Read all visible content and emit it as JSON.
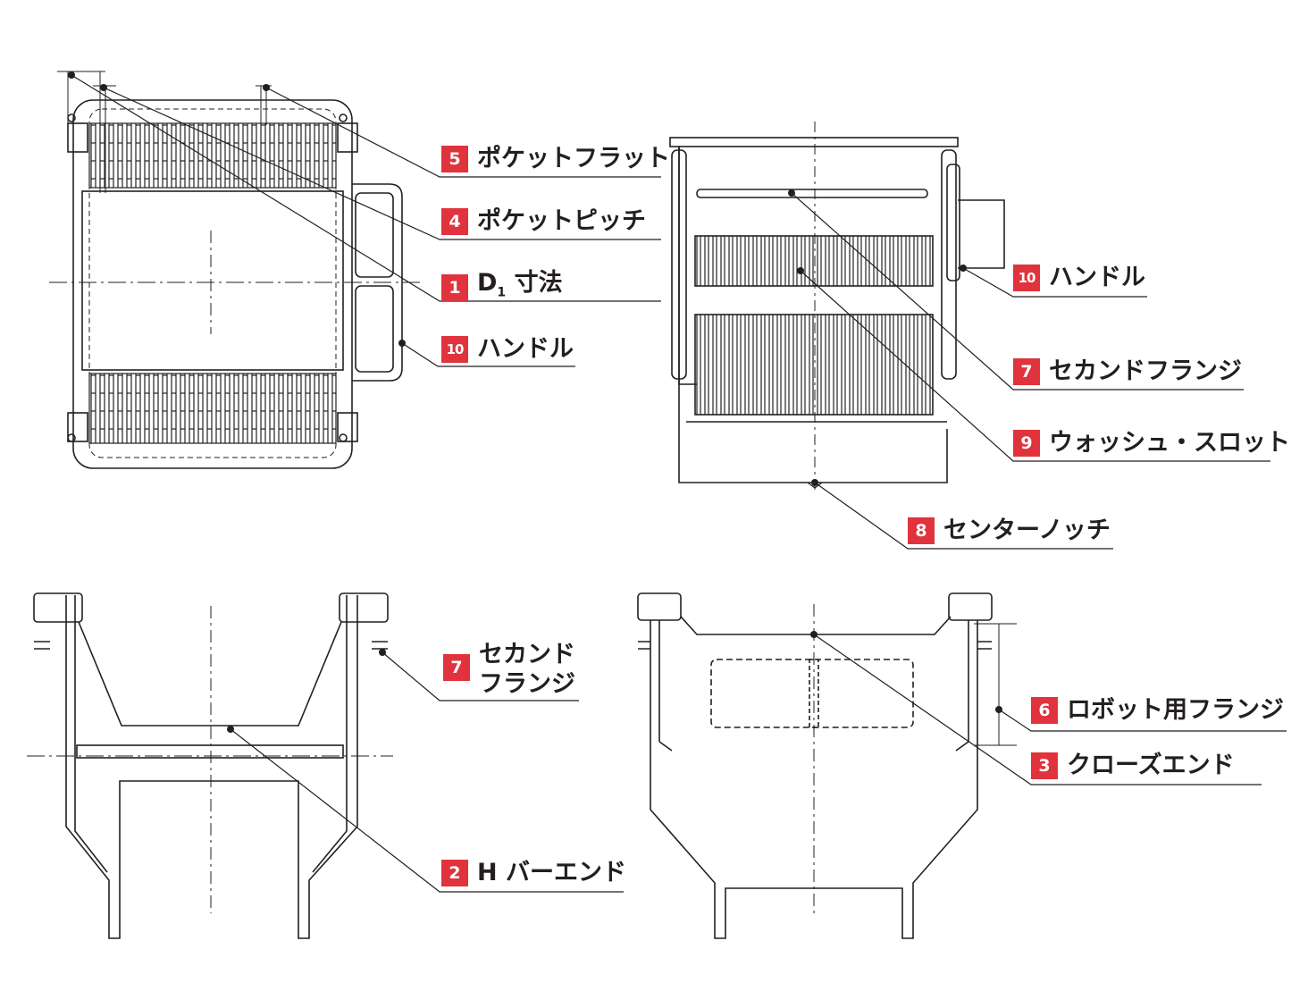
{
  "colors": {
    "line": "#231f20",
    "badge": "#e0333d",
    "badge_text": "#ffffff",
    "background": "#ffffff"
  },
  "callouts": [
    {
      "number": "5",
      "text": "ポケットフラット"
    },
    {
      "number": "4",
      "text": "ポケットピッチ"
    },
    {
      "number": "1",
      "text": "D",
      "sub": "1",
      "text_after": " 寸法"
    },
    {
      "number": "10",
      "text": "ハンドル"
    },
    {
      "number": "10",
      "text": "ハンドル"
    },
    {
      "number": "7",
      "text": "セカンドフランジ"
    },
    {
      "number": "9",
      "text": "ウォッシュ・スロット"
    },
    {
      "number": "8",
      "text": "センターノッチ"
    },
    {
      "number": "7",
      "text": "セカンド\nフランジ"
    },
    {
      "number": "6",
      "text": "ロボット用フランジ"
    },
    {
      "number": "3",
      "text": "クローズエンド"
    },
    {
      "number": "2",
      "text": "H バーエンド"
    }
  ]
}
